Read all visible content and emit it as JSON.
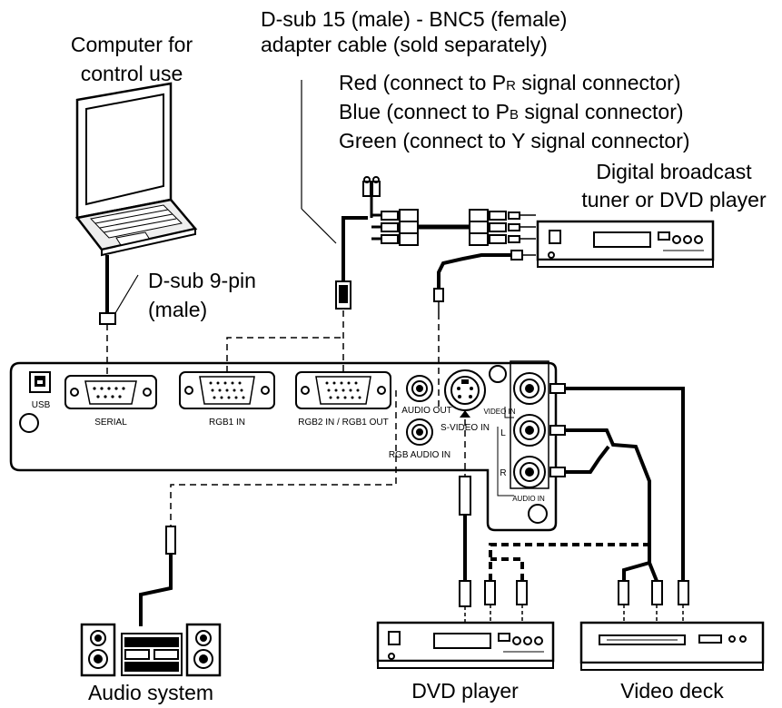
{
  "title_lines": [
    "D-sub 15 (male) - BNC5 (female)",
    "adapter cable (sold separately)"
  ],
  "cable_lines": [
    {
      "pre": "Red (connect to P",
      "sub": "R",
      "post": " signal connector)"
    },
    {
      "pre": "Blue (connect to P",
      "sub": "B",
      "post": " signal connector)"
    },
    {
      "pre": "Green (connect to Y signal connector)",
      "sub": "",
      "post": ""
    }
  ],
  "computer_lines": [
    "Computer for",
    "control use"
  ],
  "tuner_lines": [
    "Digital broadcast",
    "tuner or DVD player"
  ],
  "dsub9_lines": [
    "D-sub 9-pin",
    "(male)"
  ],
  "devices": {
    "audio_system": "Audio system",
    "dvd_player": "DVD player",
    "video_deck": "Video deck"
  },
  "panel": {
    "usb": "USB",
    "serial": "SERIAL",
    "rgb1_in": "RGB1 IN",
    "rgb2_in": "RGB2 IN / RGB1 OUT",
    "audio_out": "AUDIO OUT",
    "s_video_in": "S-VIDEO IN",
    "rgb_audio_in": "RGB AUDIO IN",
    "video_in": "VIDEO IN",
    "audio_l": "L",
    "audio_r": "R",
    "audio_in": "AUDIO IN"
  }
}
